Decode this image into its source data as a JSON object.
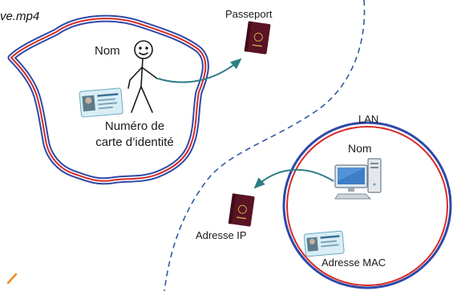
{
  "file_label": "ve.mp4",
  "france": {
    "nom_label": "Nom",
    "id_label_line1": "Numéro de",
    "id_label_line2": "carte d’identité",
    "passport_label": "Passeport"
  },
  "lan": {
    "title": "LAN",
    "nom_label": "Nom",
    "ip_label": "Adresse IP",
    "mac_label": "Adresse MAC"
  },
  "icons": [
    "stick-figure-icon",
    "id-card-icon",
    "passport-icon",
    "desktop-computer-icon"
  ],
  "colors": {
    "flag_blue": "#2f49a8",
    "flag_red": "#d62a2a",
    "arrow": "#2f7e86",
    "dashed_line": "#2f5aa5",
    "passport": "#5a1324",
    "lan_blue": "#2f49a8",
    "lan_red": "#d62a2a"
  }
}
